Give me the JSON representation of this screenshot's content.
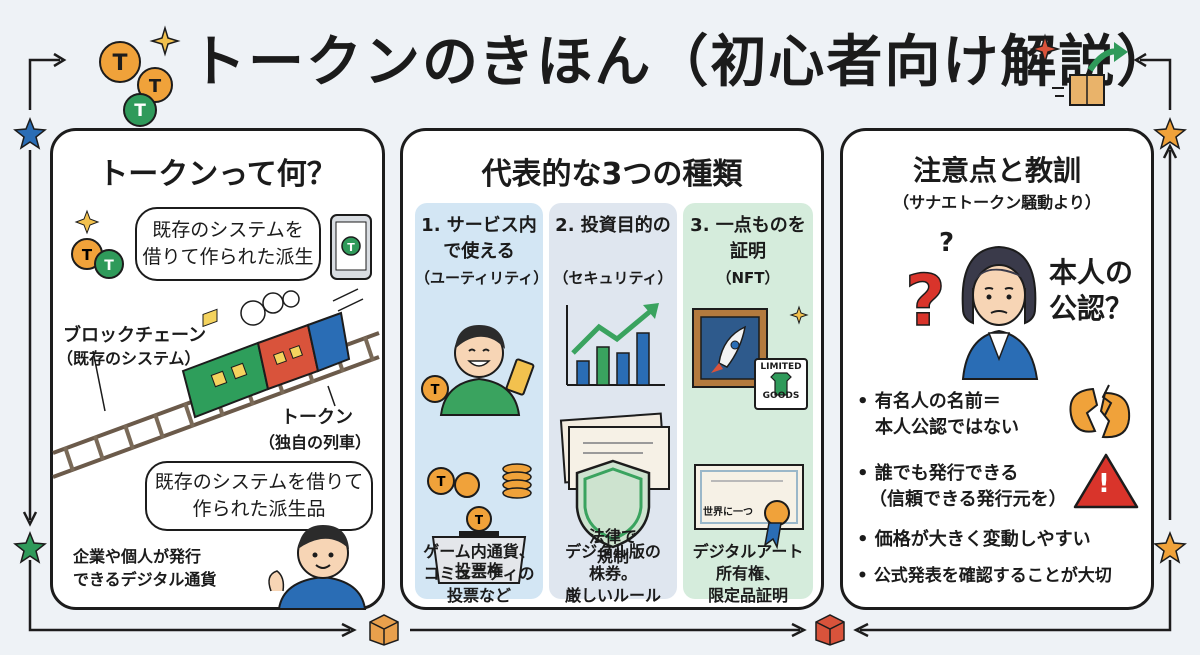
{
  "title": "トークンのきほん（初心者向け解説）",
  "panel1": {
    "title": "トークンって何？",
    "bubble_top": [
      "既存のシステムを",
      "借りて作られた派生"
    ],
    "label_blockchain": "ブロックチェーン",
    "label_blockchain_sub": "（既存のシステム）",
    "label_token": "トークン",
    "label_token_sub": "（独自の列車）",
    "bubble_bottom": [
      "既存のシステムを借りて",
      "作られた派生品"
    ],
    "caption": [
      "企業や個人が発行",
      "できるデジタル通貨"
    ],
    "coin_letter": "T"
  },
  "panel2": {
    "title": "代表的な3つの種類",
    "columns": [
      {
        "heading": [
          "1. サービス内",
          "で使える",
          "（ユーティリティ）"
        ],
        "ballot_label": "投票権",
        "footer": [
          "ゲーム内通貨、",
          "コミュニティの",
          "投票など"
        ],
        "color": "#d3e6f4"
      },
      {
        "heading": [
          "2. 投資目的の",
          "",
          "（セキュリティ）"
        ],
        "shield_label": [
          "法律で",
          "規制"
        ],
        "footer": [
          "デジタル版の",
          "株券。",
          "厳しいルール"
        ],
        "color": "#dfe6ef"
      },
      {
        "heading": [
          "3. 一点ものを",
          "証明",
          "（NFT）"
        ],
        "limited_label": [
          "LIMITED",
          "GOODS"
        ],
        "cert_label": "世界に一つ",
        "footer": [
          "デジタルアート",
          "所有権、",
          "限定品証明"
        ],
        "color": "#d5ecdc"
      }
    ]
  },
  "panel3": {
    "title": "注意点と教訓",
    "subtitle": "（サナエトークン騒動より）",
    "speech": [
      "本人の",
      "公認？"
    ],
    "bullets": [
      [
        "有名人の名前＝",
        "本人公認ではない"
      ],
      [
        "誰でも発行できる",
        "（信頼できる発行元を）"
      ],
      [
        "価格が大きく変動しやすい"
      ],
      [
        "公式発表を確認することが大切"
      ]
    ],
    "warning_mark": "!"
  },
  "colors": {
    "coin_orange": "#f0a23a",
    "coin_green": "#2f9a5a",
    "train_green": "#2e9e5b",
    "train_red": "#d9533b",
    "chart_blue": "#2a6db5",
    "chart_green": "#3aa35f",
    "warning_red": "#d9342b"
  }
}
